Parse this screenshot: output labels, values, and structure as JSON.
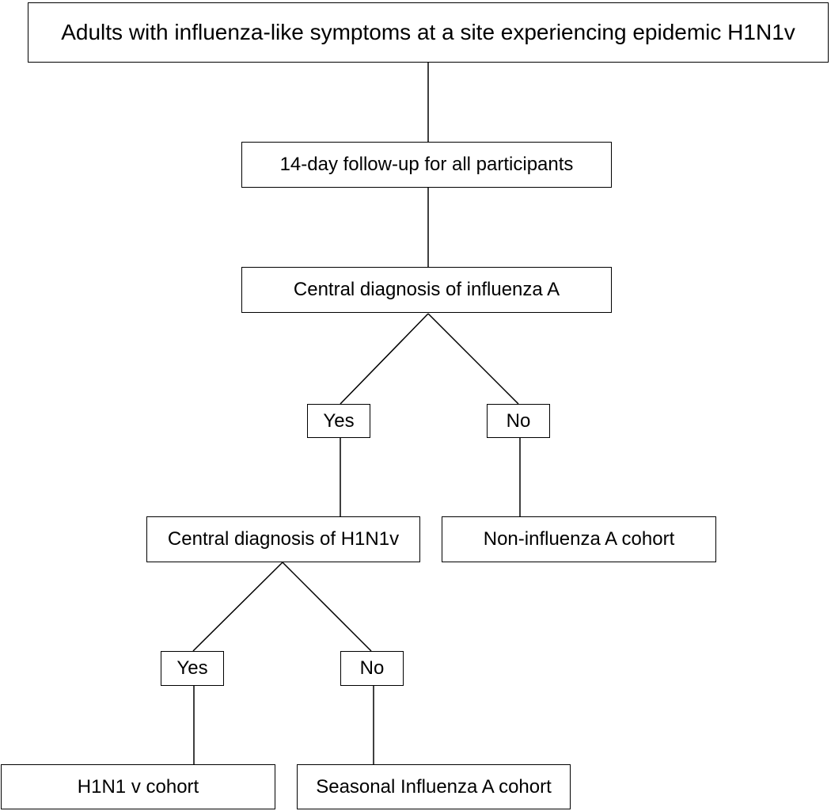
{
  "diagram": {
    "root": "Adults with influenza-like symptoms at a site experiencing epidemic H1N1v",
    "follow_up": "14-day follow-up for all participants",
    "influenza_a_question": "Central diagnosis of influenza A",
    "influenza_a_yes": "Yes",
    "influenza_a_no": "No",
    "h1n1v_question": "Central diagnosis of H1N1v",
    "non_influenza_cohort": "Non-influenza A cohort",
    "h1n1v_yes": "Yes",
    "h1n1v_no": "No",
    "h1n1v_cohort": "H1N1 v cohort",
    "seasonal_cohort": "Seasonal Influenza A cohort"
  }
}
